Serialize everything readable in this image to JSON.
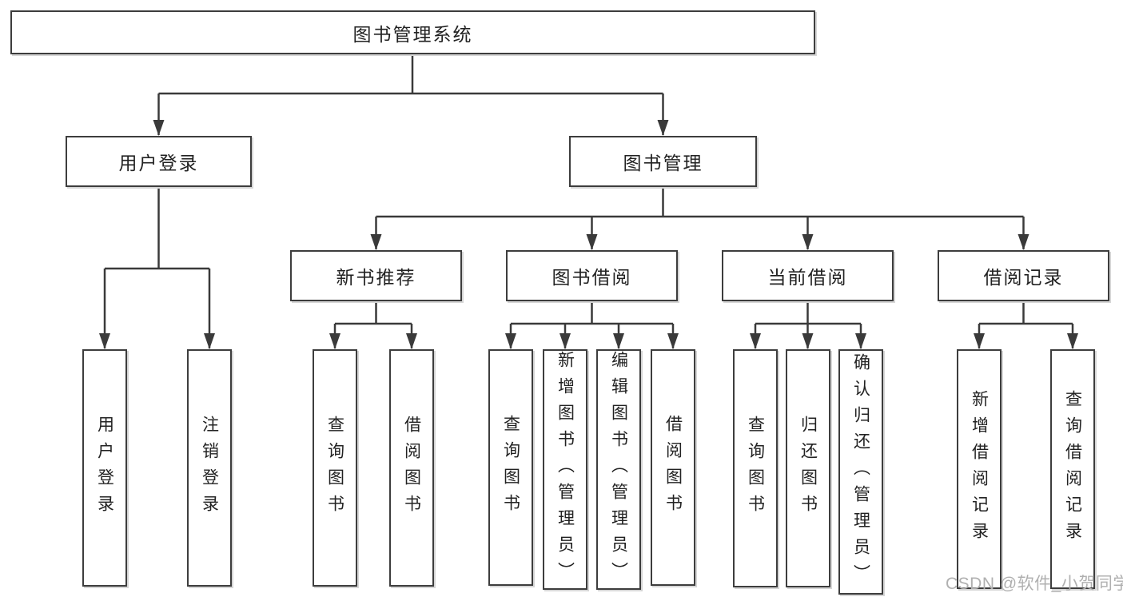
{
  "diagram": {
    "root": {
      "label": "图书管理系统"
    },
    "branches": [
      {
        "label": "用户登录",
        "children": [
          {
            "label": "用户登录"
          },
          {
            "label": "注销登录"
          }
        ]
      },
      {
        "label": "图书管理",
        "children": [
          {
            "label": "新书推荐",
            "children": [
              {
                "label": "查询图书"
              },
              {
                "label": "借阅图书"
              }
            ]
          },
          {
            "label": "图书借阅",
            "children": [
              {
                "label": "查询图书"
              },
              {
                "label": "新增图书（管理员）"
              },
              {
                "label": "编辑图书（管理员）"
              },
              {
                "label": "借阅图书"
              }
            ]
          },
          {
            "label": "当前借阅",
            "children": [
              {
                "label": "查询图书"
              },
              {
                "label": "归还图书"
              },
              {
                "label": "确认归还（管理员）"
              }
            ]
          },
          {
            "label": "借阅记录",
            "children": [
              {
                "label": "新增借阅记录"
              },
              {
                "label": "查询借阅记录"
              }
            ]
          }
        ]
      }
    ],
    "watermark": "CSDN @软件_小贺同学",
    "colors": {
      "border": "#3d3d3d",
      "line": "#3a3a3a",
      "text": "#222222",
      "watermark": "#b0b0b0",
      "bg": "#ffffff"
    }
  }
}
